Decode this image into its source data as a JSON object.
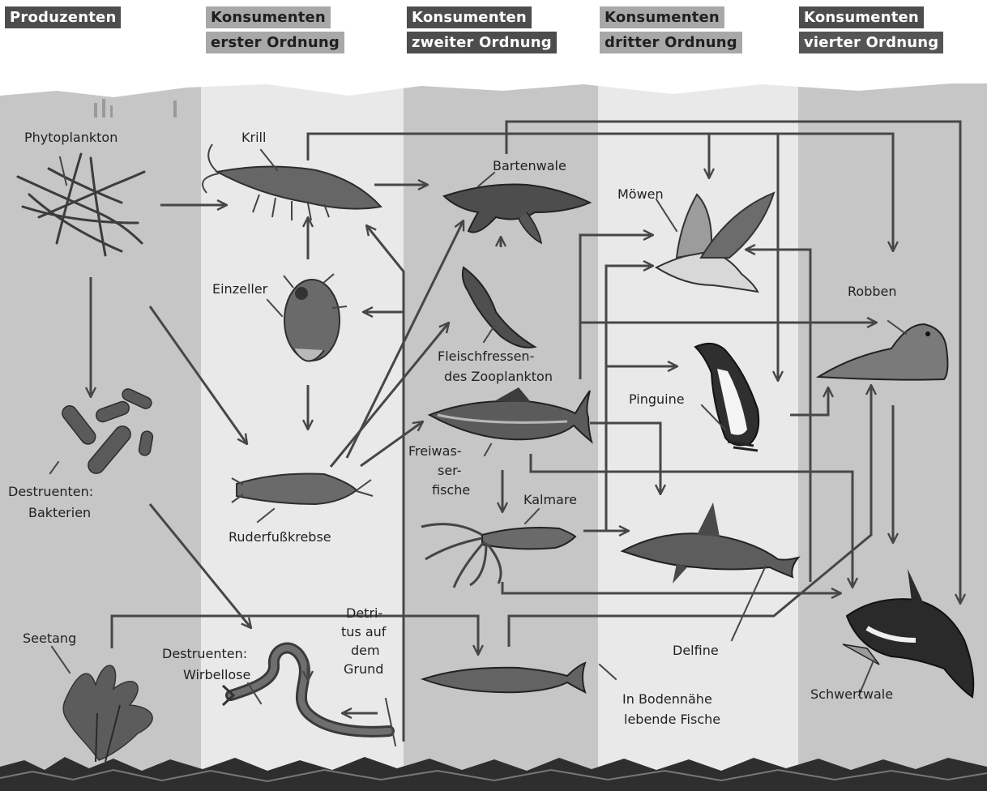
{
  "columns": [
    {
      "lines": [
        "Produzenten"
      ]
    },
    {
      "lines": [
        "Konsumenten",
        "erster Ordnung"
      ]
    },
    {
      "lines": [
        "Konsumenten",
        "zweiter Ordnung"
      ]
    },
    {
      "lines": [
        "Konsumenten",
        "dritter Ordnung"
      ]
    },
    {
      "lines": [
        "Konsumenten",
        "vierter Ordnung"
      ]
    }
  ],
  "organisms": {
    "phytoplankton": "Phytoplankton",
    "bakterien": [
      "Destruenten:",
      "Bakterien"
    ],
    "seetang": "Seetang",
    "krill": "Krill",
    "einzeller": "Einzeller",
    "ruderfusskrebse": "Ruderfußkrebse",
    "wirbellose": [
      "Destruenten:",
      "Wirbellose"
    ],
    "detritus": [
      "Detri-",
      "tus auf",
      "dem",
      "Grund"
    ],
    "bartenwale": "Bartenwale",
    "zooplankton": [
      "Fleischfressen-",
      "des Zooplankton"
    ],
    "freiwasserfische": [
      "Freiwas-",
      "ser-",
      "fische"
    ],
    "kalmare": "Kalmare",
    "bodenfische": [
      "In Bodennähe",
      "lebende Fische"
    ],
    "moewen": "Möwen",
    "pinguine": "Pinguine",
    "delfine": "Delfine",
    "robben": "Robben",
    "schwertwale": "Schwertwale"
  },
  "colors": {
    "header_dark": "#4d4d4d",
    "header_light": "#a8a8a8",
    "band_dark": "#c6c6c6",
    "band_light": "#e9e9e9",
    "arrow": "#474747"
  }
}
